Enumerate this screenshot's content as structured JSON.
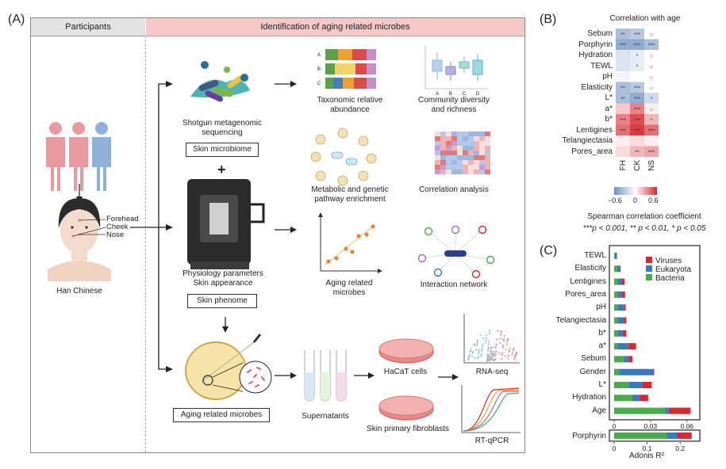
{
  "panel_a": {
    "letter": "(A)",
    "participants_header": "Participants",
    "identification_header": "Identification of aging related microbes",
    "regions": [
      "Forehead",
      "Cheek",
      "Nose"
    ],
    "population": "Han Chinese",
    "shotgun": "Shotgun metagenomic\nsequencing",
    "skin_microbiome": "Skin microbiome",
    "plus": "+",
    "physiology": "Physiology parameters\nSkin appearance",
    "skin_phenome": "Skin phenome",
    "taxonomic": "Taxonomic relative\nabundance",
    "community": "Community diversity\nand richness",
    "metabolic": "Metabolic and genetic\npathway enrichment",
    "correlation": "Correlation analysis",
    "aging_microbes_plot": "Aging related\nmicrobes",
    "interaction": "Interaction network",
    "aging_microbes_box": "Aging related microbes",
    "supernatants": "Supernatants",
    "hacat": "HaCaT cells",
    "fibroblasts": "Skin primary fibroblasts",
    "rnaseq": "RNA-seq",
    "rtqpcr": "RT-qPCR",
    "bar_rows": [
      "A",
      "B",
      "C"
    ],
    "box_xlabels": [
      "A",
      "B",
      "C",
      "D"
    ]
  },
  "panel_b": {
    "letter": "(B)",
    "title": "Correlation with age",
    "rows": [
      "Sebum",
      "Porphyrin",
      "Hydration",
      "TEWL",
      "pH",
      "Elasticity",
      "L*",
      "a*",
      "b*",
      "Lentigines",
      "Telangiectasia",
      "Pores_area"
    ],
    "cols": [
      "FH",
      "CK",
      "NS"
    ],
    "values": [
      [
        -0.35,
        -0.3,
        0.0
      ],
      [
        -0.45,
        -0.45,
        -0.35
      ],
      [
        -0.15,
        -0.1,
        0.0
      ],
      [
        -0.15,
        -0.1,
        0.0
      ],
      [
        -0.05,
        0.0,
        0.0
      ],
      [
        -0.35,
        -0.3,
        0.0
      ],
      [
        -0.35,
        -0.45,
        -0.2
      ],
      [
        0.15,
        0.35,
        0.05
      ],
      [
        0.35,
        0.5,
        0.2
      ],
      [
        0.4,
        0.55,
        0.4
      ],
      [
        0.05,
        0.1,
        0.05
      ],
      [
        0.1,
        0.2,
        0.25
      ]
    ],
    "stars": [
      [
        "**",
        "***",
        "○"
      ],
      [
        "***",
        "***",
        "***"
      ],
      [
        "",
        "*",
        "○"
      ],
      [
        "",
        "*",
        "○"
      ],
      [
        "",
        "",
        "○"
      ],
      [
        "**",
        "***",
        "○"
      ],
      [
        "**",
        "***",
        "*"
      ],
      [
        "",
        "***",
        "○"
      ],
      [
        "***",
        "***",
        "*"
      ],
      [
        "***",
        "***",
        "***"
      ],
      [
        "",
        "",
        ""
      ],
      [
        "",
        "**",
        "***"
      ]
    ],
    "scale_ticks": [
      "−0.6",
      "0",
      "0.6"
    ],
    "legend_label": "Spearman correlation coefficient",
    "significance": "***p < 0.001, ** p < 0.01, * p < 0.05"
  },
  "panel_c": {
    "letter": "(C)",
    "legend": [
      "Viruses",
      "Eukaryota",
      "Bacteria"
    ],
    "colors": {
      "Viruses": "#d7282f",
      "Eukaryota": "#3a78c0",
      "Bacteria": "#4aaa4e"
    },
    "chart_data": {
      "type": "bar",
      "orientation": "horizontal-stacked",
      "categories": [
        "TEWL",
        "Elasticity",
        "Lentigines",
        "Pores_area",
        "pH",
        "Telangiectasia",
        "b*",
        "a*",
        "Sebum",
        "Gender",
        "L*",
        "Hydration",
        "Age"
      ],
      "series": [
        {
          "name": "Bacteria",
          "values": [
            0.0005,
            0.0025,
            0.003,
            0.003,
            0.003,
            0.003,
            0.003,
            0.003,
            0.008,
            0.004,
            0.012,
            0.015,
            0.042
          ]
        },
        {
          "name": "Eukaryota",
          "values": [
            0.0015,
            0.002,
            0.0035,
            0.0035,
            0.005,
            0.005,
            0.004,
            0.009,
            0.004,
            0.028,
            0.011,
            0.006,
            0.003
          ]
        },
        {
          "name": "Viruses",
          "values": [
            0.0002,
            0.0008,
            0.002,
            0.0025,
            0.0015,
            0.002,
            0.003,
            0.006,
            0.003,
            0.001,
            0.008,
            0.007,
            0.018
          ]
        }
      ],
      "xlim": [
        0,
        0.068
      ],
      "xticks": [
        "0",
        "0.03",
        "0.06"
      ],
      "extra_category": "Porphyrin",
      "extra_values": {
        "Bacteria": 0.16,
        "Eukaryota": 0.03,
        "Viruses": 0.045
      },
      "extra_xlim": [
        0,
        0.25
      ],
      "extra_xticks": [
        "0",
        "0.1",
        "0.2"
      ],
      "xlabel": "Adonis R²"
    }
  }
}
